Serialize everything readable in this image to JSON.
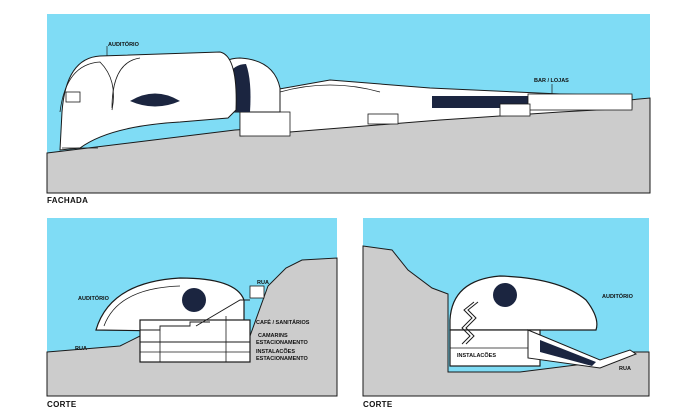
{
  "colors": {
    "sky": "#7fdcf5",
    "ground": "#cccccc",
    "building": "#ffffff",
    "stroke": "#1a1a1a",
    "dark": "#1b2540"
  },
  "facade": {
    "caption": "FACHADA",
    "labels": {
      "auditorio": "AUDITÓRIO",
      "bar_lojas": "BAR / LOJAS"
    }
  },
  "section_left": {
    "caption": "CORTE",
    "labels": {
      "auditorio": "AUDITÓRIO",
      "rua_top": "RUA",
      "rua_left": "RUA",
      "cafe": "CAFÉ / SANITÁRIOS",
      "camarins": "CAMARINS",
      "estacionamento_1": "ESTACIONAMENTO",
      "instalacoes": "INSTALACÕES",
      "estacionamento_2": "ESTACIONAMENTO"
    }
  },
  "section_right": {
    "caption": "CORTE",
    "labels": {
      "auditorio": "AUDITÓRIO",
      "instalacoes": "INSTALACÕES",
      "rua": "RUA"
    }
  }
}
